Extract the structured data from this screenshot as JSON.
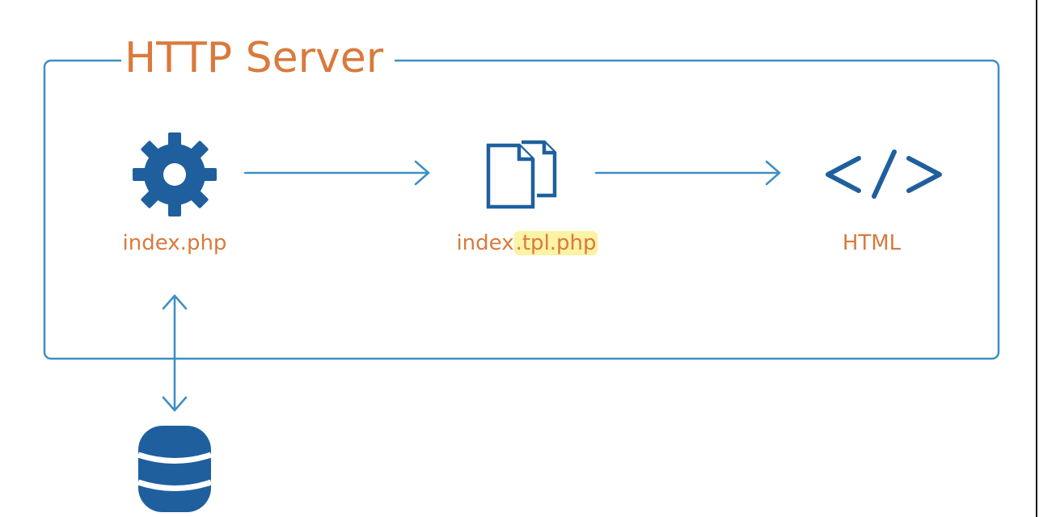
{
  "server": {
    "title": "HTTP Server"
  },
  "nodes": {
    "script": {
      "label": "index.php",
      "icon": "gear-icon"
    },
    "template": {
      "label_base": "index",
      "label_highlight": ".tpl.php",
      "icon": "documents-icon"
    },
    "output": {
      "label": "HTML",
      "icon": "code-icon"
    },
    "storage": {
      "icon": "database-icon"
    }
  },
  "colors": {
    "icon_blue": "#1f5f9e",
    "line_blue": "#3d8fc4",
    "label_orange": "#d97a3c",
    "highlight_yellow": "#fbf3a5"
  }
}
